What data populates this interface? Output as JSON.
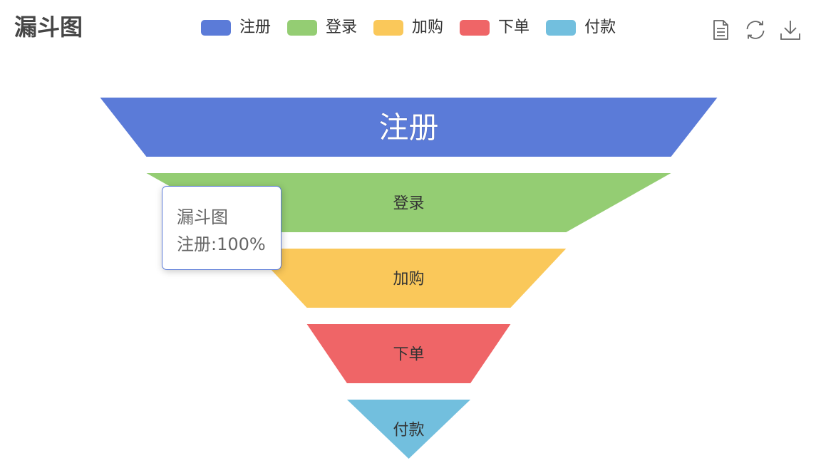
{
  "title": "漏斗图",
  "legend": [
    {
      "label": "注册",
      "color": "#5b7bd8"
    },
    {
      "label": "登录",
      "color": "#94cd73"
    },
    {
      "label": "加购",
      "color": "#fac85a"
    },
    {
      "label": "下单",
      "color": "#ef6567"
    },
    {
      "label": "付款",
      "color": "#72bfde"
    }
  ],
  "toolbox": {
    "icons": [
      "data-view-icon",
      "refresh-icon",
      "download-icon"
    ]
  },
  "tooltip": {
    "series_name": "漏斗图",
    "content": "注册:100%"
  },
  "chart_data": {
    "type": "funnel",
    "title": "漏斗图",
    "sort": "descending",
    "max": 100,
    "highlighted": "注册",
    "categories": [
      "注册",
      "登录",
      "加购",
      "下单",
      "付款"
    ],
    "values": [
      100,
      85,
      51,
      33,
      20
    ],
    "unit": "%",
    "colors": [
      "#5b7bd8",
      "#94cd73",
      "#fac85a",
      "#ef6567",
      "#72bfde"
    ],
    "legend_position": "top-center"
  }
}
